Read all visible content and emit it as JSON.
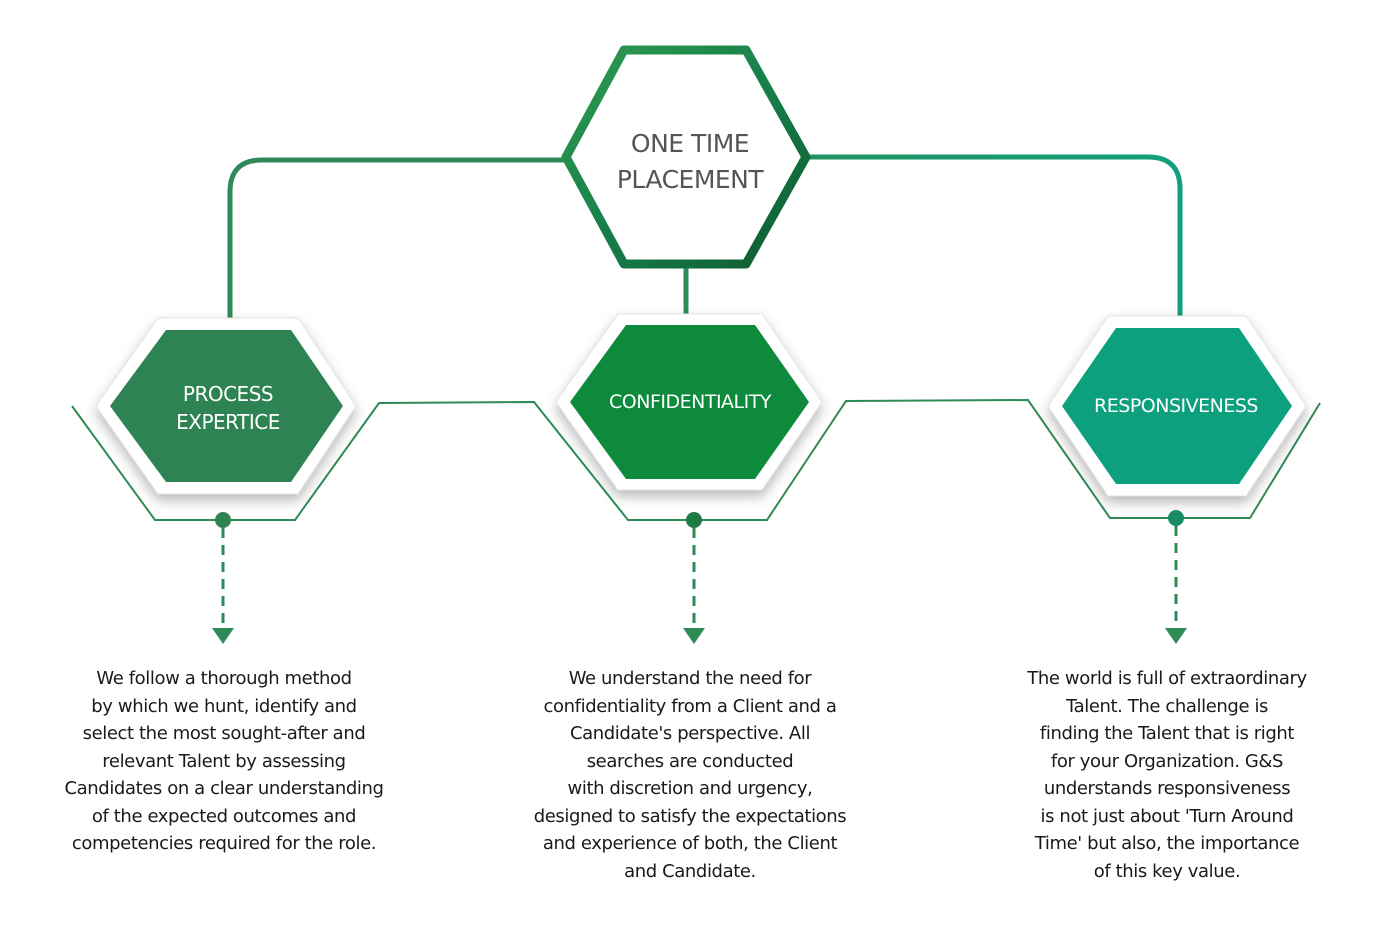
{
  "top": {
    "title": "ONE TIME\nPLACEMENT"
  },
  "pillars": [
    {
      "title": "PROCESS\nEXPERTICE",
      "description": "We follow a thorough method\nby which we hunt, identify and\nselect the most sought-after and\nrelevant Talent by assessing\nCandidates on a clear understanding\nof the expected outcomes and\ncompetencies required for the role."
    },
    {
      "title": "CONFIDENTIALITY",
      "description": "We understand the need for\nconfidentiality from a Client and a\nCandidate's perspective. All\nsearches are conducted\nwith discretion and urgency,\ndesigned to satisfy the expectations\nand experience of both, the Client\nand Candidate."
    },
    {
      "title": "RESPONSIVENESS",
      "description": "The world is full of extraordinary\nTalent. The challenge is\nfinding the Talent that is right\nfor your Organization. G&S\nunderstands responsiveness\nis not just about 'Turn Around\nTime' but also, the importance\nof this key value."
    }
  ],
  "colors": {
    "line_dark_green": "#2e8b57",
    "line_teal": "#16a37a",
    "process_fill": "#2e8352",
    "confidentiality_fill": "#0d8a3a",
    "responsiveness_fill": "#10a07f",
    "top_border": "#1f7a3f"
  }
}
